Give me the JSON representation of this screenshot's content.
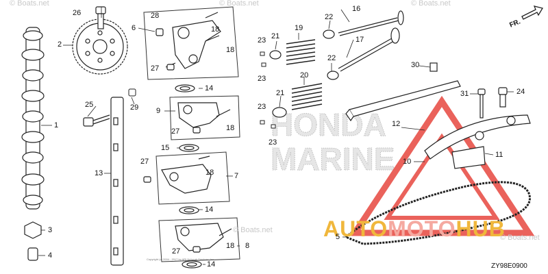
{
  "watermark": {
    "site_text": "© Boats.net",
    "brand_logo": "AUTOMOTOHUB",
    "brand_parts": [
      "AUTO",
      "MOTO",
      "HUB"
    ],
    "faint_logo_text": "HONDA MARINE"
  },
  "diagram": {
    "code": "ZY98E0900",
    "direction_label": "FR.",
    "copyright_note": "Copyright (c) 2004 - 2017 by ARI Network Services, Inc."
  },
  "callouts": [
    "1",
    "2",
    "3",
    "4",
    "5",
    "6",
    "7",
    "8",
    "9",
    "10",
    "11",
    "12",
    "13",
    "14",
    "14",
    "14",
    "15",
    "16",
    "17",
    "18",
    "18",
    "18",
    "18",
    "18",
    "19",
    "20",
    "21",
    "21",
    "22",
    "22",
    "23",
    "23",
    "23",
    "23",
    "24",
    "25",
    "26",
    "27",
    "27",
    "27",
    "27",
    "28",
    "29",
    "30",
    "31"
  ],
  "colors": {
    "line": "#222222",
    "watermark_red": "#e8524a",
    "watermark_gold": "#f0b73c",
    "watermark_pink": "#f5a9a0"
  }
}
